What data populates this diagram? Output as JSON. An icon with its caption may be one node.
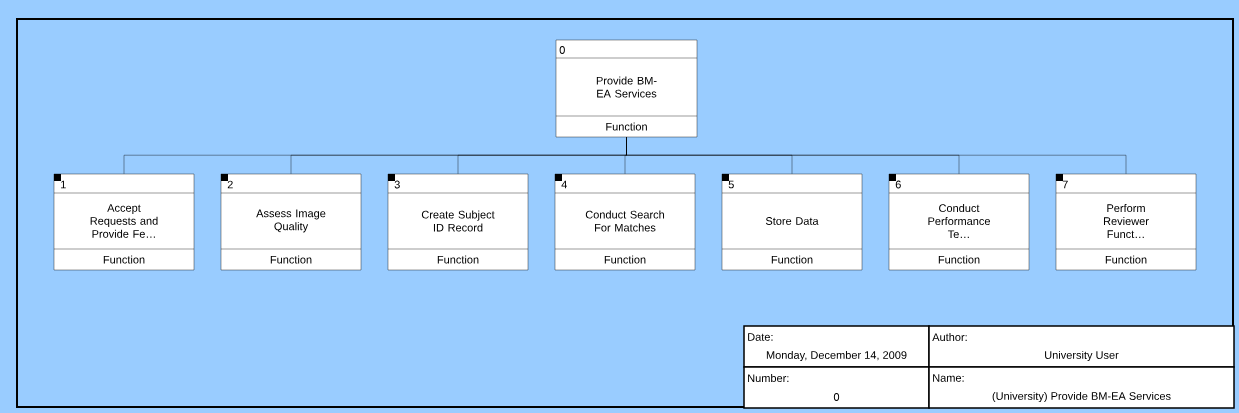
{
  "diagram": {
    "nodes": [
      {
        "text": [
          "0",
          "Provide BM-EA Services",
          "Function"
        ]
      },
      {
        "text": [
          "1",
          "Accept Requests and Provide Fe…",
          "Function"
        ]
      },
      {
        "text": [
          "2",
          "Assess Image Quality",
          "Function"
        ]
      },
      {
        "text": [
          "3",
          "Create Subject ID Record",
          "Function"
        ]
      },
      {
        "text": [
          "4",
          "Conduct Search For Matches",
          "Function"
        ]
      },
      {
        "text": [
          "5",
          "Store Data",
          "Function"
        ]
      },
      {
        "text": [
          "6",
          "Conduct Performance Te…",
          "Function"
        ]
      },
      {
        "text": [
          "7",
          "Perform Reviewer Funct…",
          "Function"
        ]
      }
    ],
    "edges": [
      {
        "from": 0,
        "to": 1,
        "arrow": "none"
      },
      {
        "from": 0,
        "to": 2,
        "arrow": "none"
      },
      {
        "from": 0,
        "to": 3,
        "arrow": "none"
      },
      {
        "from": 0,
        "to": 4,
        "arrow": "none"
      },
      {
        "from": 0,
        "to": 5,
        "arrow": "none"
      },
      {
        "from": 0,
        "to": 6,
        "arrow": "none"
      },
      {
        "from": 0,
        "to": 7,
        "arrow": "none"
      }
    ],
    "labels": [
      "Date:",
      "Monday, December 14, 2009",
      "Author:",
      "University User",
      "Number:",
      "0",
      "Name:",
      "(University) Provide BM-EA Services"
    ]
  }
}
